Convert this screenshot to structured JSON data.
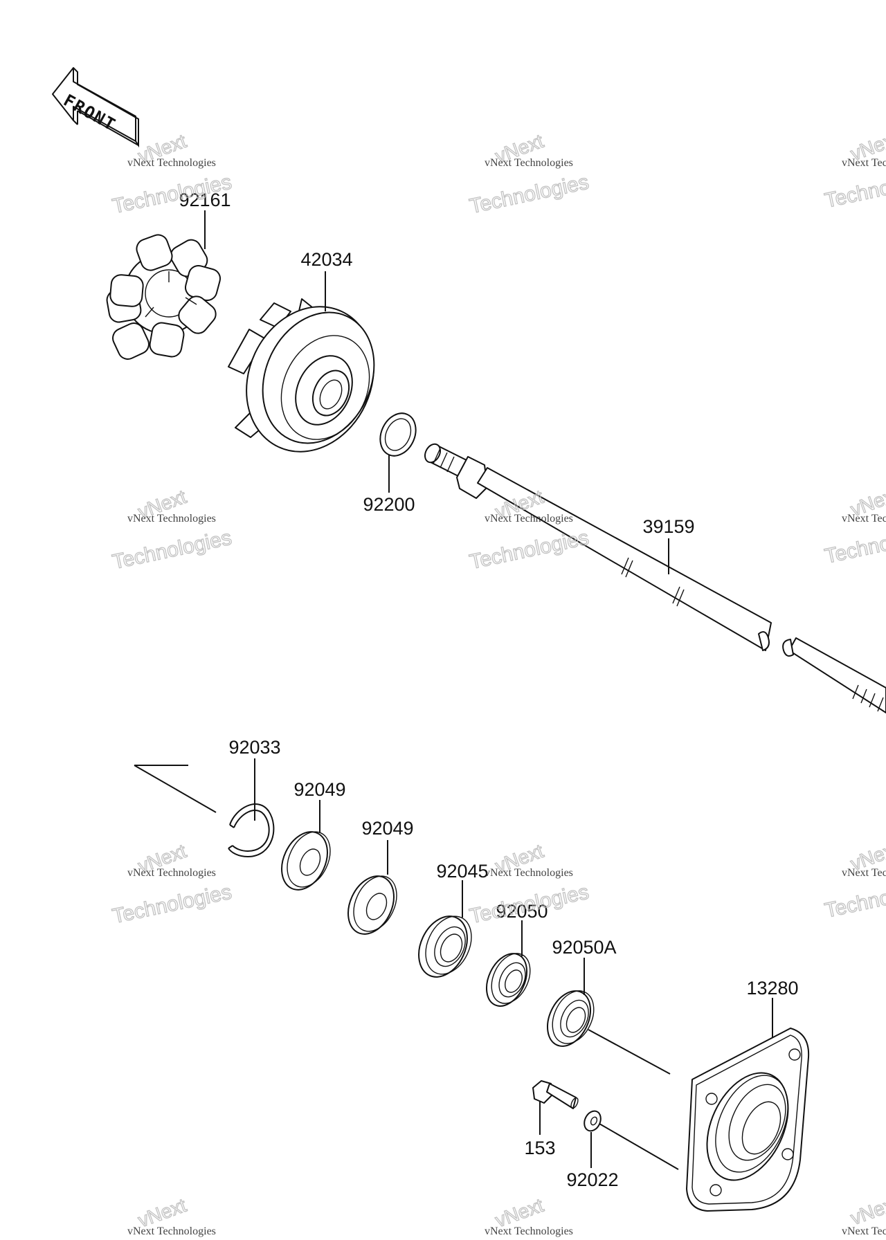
{
  "front_arrow": {
    "label": "FRONT",
    "icon": "front-direction-arrow-icon"
  },
  "parts": {
    "p92161": "92161",
    "p42034": "42034",
    "p92200": "92200",
    "p39159": "39159",
    "p92033": "92033",
    "p92049a": "92049",
    "p92049b": "92049",
    "p92045": "92045",
    "p92050": "92050",
    "p92050A": "92050A",
    "p13280": "13280",
    "p153": "153",
    "p92022": "92022"
  },
  "watermark": {
    "line0": "vNext",
    "line1": "vNext Technologies",
    "line2": "Technologies"
  }
}
